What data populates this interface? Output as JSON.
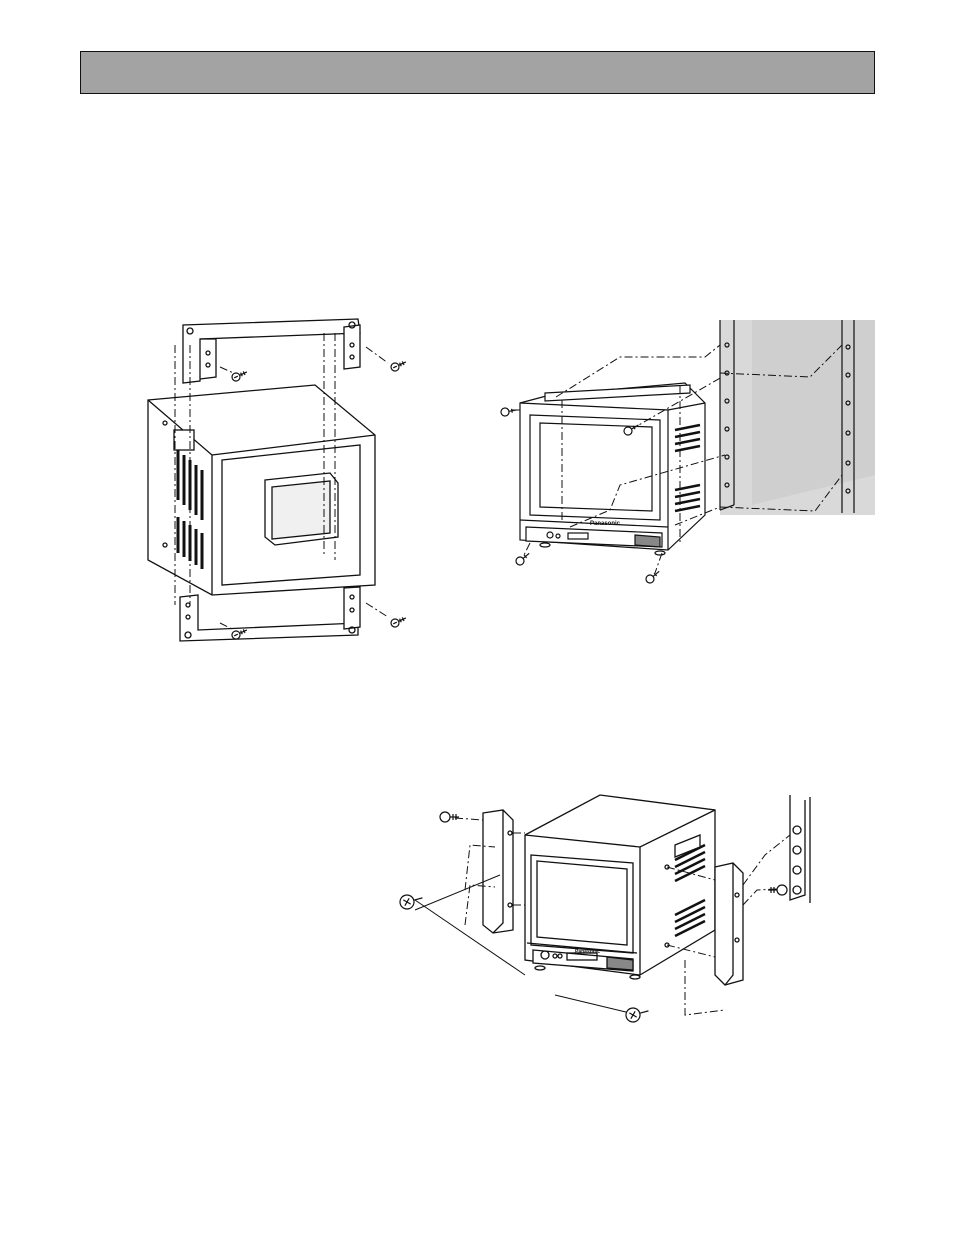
{
  "page": {
    "header_text": "",
    "brand_label": "Panasonic"
  },
  "figures": [
    {
      "name": "rear-bracket-assembly",
      "depicts": "monitor rear view with top and bottom mounting brackets and screws"
    },
    {
      "name": "rack-front-mount",
      "depicts": "monitor with brackets being screwed into a rack from the front"
    },
    {
      "name": "side-bracket-assembly",
      "depicts": "monitor with left and right side brackets and screws, rack rail"
    }
  ],
  "colors": {
    "header_fill": "#a3a3a3",
    "line": "#111111",
    "rack_fill": "#d9d9d9"
  }
}
